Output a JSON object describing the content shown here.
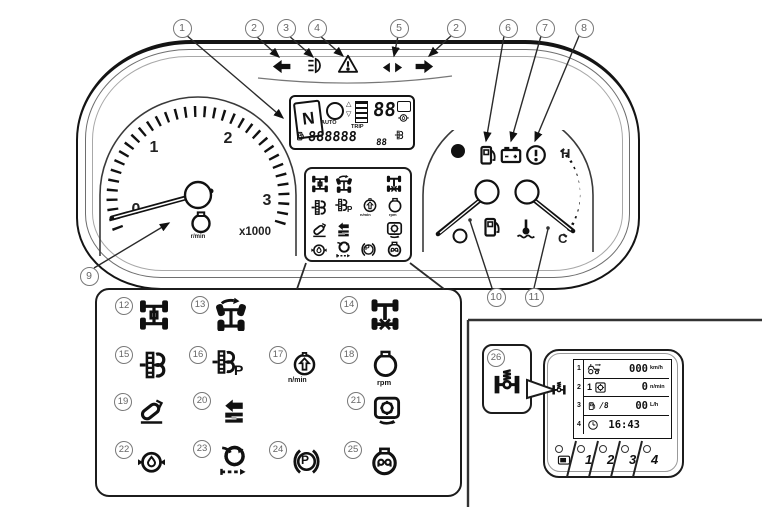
{
  "callouts": {
    "c1": "1",
    "c2": "2",
    "c3": "3",
    "c4": "4",
    "c5": "5",
    "c2b": "2",
    "c6": "6",
    "c7": "7",
    "c8": "8",
    "c9": "9",
    "c10": "10",
    "c11": "11",
    "c26": "26"
  },
  "indicators": {
    "left": "left-turn-arrow",
    "headlight": "headlight-beam",
    "hazard": "warning-triangle",
    "trailer": "double-arrow",
    "right": "right-turn-arrow"
  },
  "tachometer": {
    "ticks": [
      "0",
      "1",
      "2",
      "3"
    ],
    "multiplier": "x1000",
    "unit_label": "r/min"
  },
  "temp_fuel_gauge": {
    "hot": "H",
    "cold": "C"
  },
  "lcd": {
    "gear": "N",
    "auto": "AUTO",
    "trip": "TRIP",
    "hour_digits": "88",
    "main_digits": "888888",
    "sub_digits": "88"
  },
  "legend": {
    "items": [
      {
        "num": "12",
        "icon": "4wd-indicator",
        "label": ""
      },
      {
        "num": "13",
        "icon": "4wd-steering-indicator",
        "label": ""
      },
      {
        "num": "14",
        "icon": "diff-lock-indicator",
        "label": ""
      },
      {
        "num": "15",
        "icon": "pto-indicator",
        "label": ""
      },
      {
        "num": "16",
        "icon": "pto-auto-indicator",
        "label": "P"
      },
      {
        "num": "17",
        "icon": "engine-speed-indicator",
        "label": "n/min"
      },
      {
        "num": "18",
        "icon": "pto-speed-indicator",
        "label": "rpm"
      },
      {
        "num": "19",
        "icon": "loader-indicator",
        "label": ""
      },
      {
        "num": "20",
        "icon": "speed-shift-indicator",
        "label": ""
      },
      {
        "num": "21",
        "icon": "regeneration-indicator",
        "label": ""
      },
      {
        "num": "22",
        "icon": "oil-change-indicator",
        "label": ""
      },
      {
        "num": "23",
        "icon": "pto-clutch-indicator",
        "label": ""
      },
      {
        "num": "24",
        "icon": "parking-brake-indicator",
        "label": "P"
      },
      {
        "num": "25",
        "icon": "glow-plug-indicator",
        "label": ""
      }
    ]
  },
  "display_panel": {
    "callout": "26",
    "rows": [
      {
        "num": "1",
        "icon": "tractor-speed-icon",
        "prefix": "",
        "value": "000",
        "unit": "km/h"
      },
      {
        "num": "2",
        "icon": "gear-icon",
        "prefix": "1",
        "value": "0",
        "unit": "n/min"
      },
      {
        "num": "3",
        "icon": "fuel-rate-icon",
        "prefix": "/8",
        "value": "00",
        "unit": "L/h"
      },
      {
        "num": "4",
        "icon": "clock-icon",
        "prefix": "",
        "value": "16:43",
        "unit": ""
      }
    ],
    "buttons": [
      "1",
      "2",
      "3",
      "4"
    ]
  }
}
